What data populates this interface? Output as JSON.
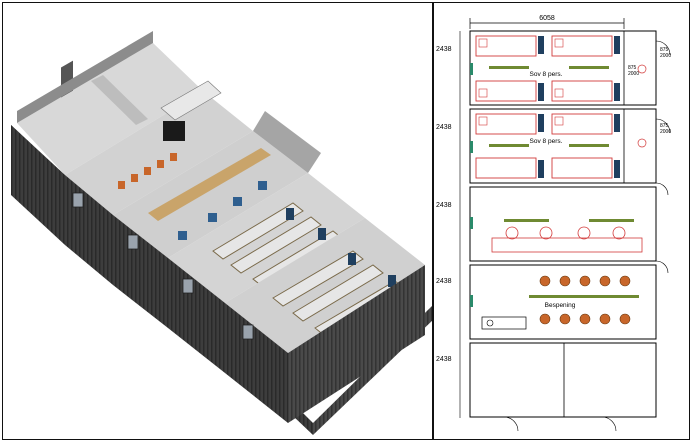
{
  "plan": {
    "overall_dimension": "6058",
    "modules": [
      {
        "height_dim": "2438",
        "room_label": "Sov 8 pers.",
        "door_dims": [
          "875",
          "2000"
        ],
        "door_dims_b": [
          "875",
          "2000"
        ]
      },
      {
        "height_dim": "2438",
        "room_label": "Sov 8 pers.",
        "door_dims": [
          "875",
          "2000"
        ]
      },
      {
        "height_dim": "2438",
        "room_label": ""
      },
      {
        "height_dim": "2438",
        "room_label": "Bespening"
      },
      {
        "height_dim": "2438",
        "room_label": ""
      }
    ]
  },
  "colors": {
    "bed_outline": "#d23a3a",
    "locker": "#1f3f5f",
    "bench": "#6f8a32",
    "chair_fill": "#c8662a",
    "window": "#2a8a6a",
    "container_dark": "#3a3a3a",
    "floor": "#cfcfcf",
    "wood": "#c9a46a"
  }
}
